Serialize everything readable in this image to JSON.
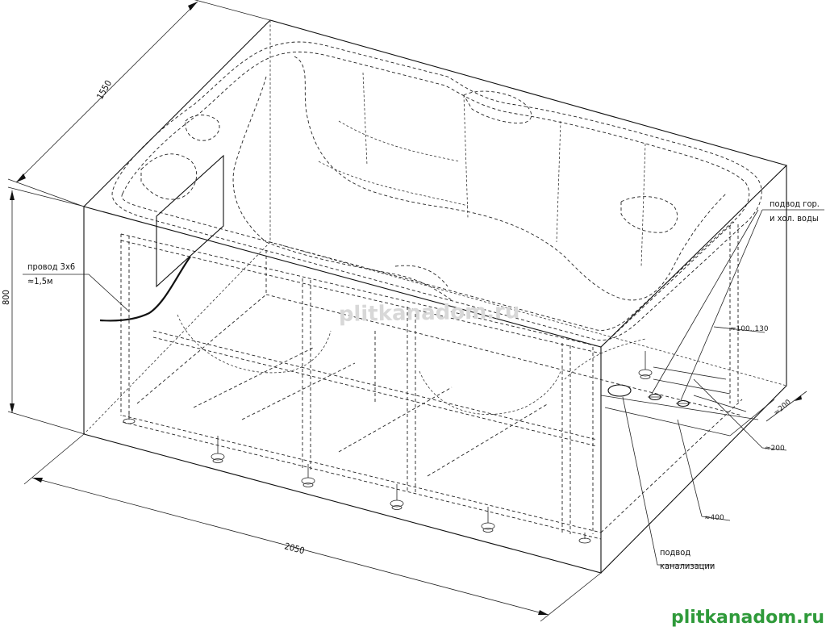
{
  "dimensions": {
    "length": "2050",
    "width": "1550",
    "height": "800",
    "d_400": "≈400",
    "d_200a": "≈200",
    "d_200b": "≈200",
    "d_100_130": "≈100..130"
  },
  "labels": {
    "wire_line1": "провод 3х6",
    "wire_line2": "≈1,5м",
    "water_line1": "подвод гор.",
    "water_line2": "и хол. воды",
    "drain_line1": "подвод",
    "drain_line2": "канализации"
  },
  "watermarks": {
    "center": "plitkanadom.ru",
    "corner": "plitkanadom.ru"
  },
  "colors": {
    "line": "#111111",
    "watermark_center": "#d8d8d8",
    "watermark_corner": "#2f9a3a"
  }
}
